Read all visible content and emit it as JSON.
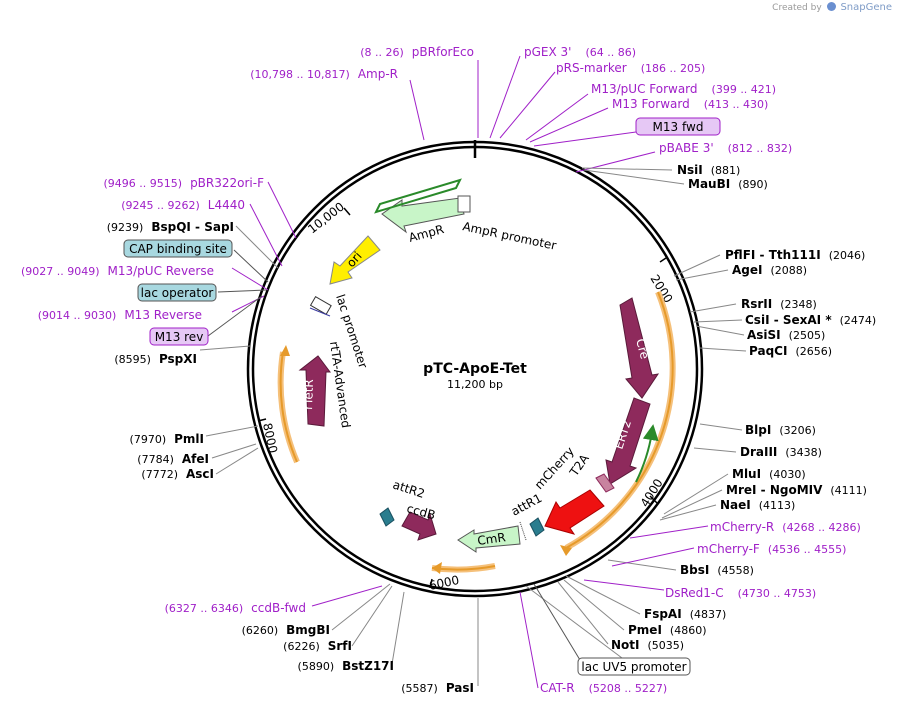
{
  "brand": {
    "created_by": "Created by",
    "product": "SnapGene"
  },
  "plasmid": {
    "name": "pTC-ApoE-Tet",
    "length_label": "11,200 bp",
    "total_bp": 11200
  },
  "ticks": [
    {
      "label": "2000",
      "bp": 2000
    },
    {
      "label": "4000",
      "bp": 4000
    },
    {
      "label": "6000",
      "bp": 6000
    },
    {
      "label": "8000",
      "bp": 8000
    },
    {
      "label": "10,000",
      "bp": 10000
    }
  ],
  "features": [
    {
      "name": "Cre",
      "color": "#8e2a5c",
      "type": "arrow"
    },
    {
      "name": "ERT2",
      "color": "#8e2a5c",
      "type": "arrow"
    },
    {
      "name": "T2A",
      "color": "#c8839f",
      "type": "arrow"
    },
    {
      "name": "mCherry",
      "color": "#ee1111",
      "type": "arrow"
    },
    {
      "name": "attR1",
      "color": "#2a7d8e",
      "type": "box"
    },
    {
      "name": "CmR",
      "color": "#c8f5c8",
      "type": "arrow"
    },
    {
      "name": "ccdB",
      "color": "#8e2a5c",
      "type": "arrow"
    },
    {
      "name": "attR2",
      "color": "#2a7d8e",
      "type": "box"
    },
    {
      "name": "rTetR",
      "color": "#8e2a5c",
      "type": "arrow"
    },
    {
      "name": "rtTA-Advanced",
      "color": "#f5a623",
      "type": "arc"
    },
    {
      "name": "lac promoter",
      "color": "#ffffff",
      "type": "promoter"
    },
    {
      "name": "ori",
      "color": "#ffee00",
      "type": "arrow"
    },
    {
      "name": "AmpR",
      "color": "#c8f5c8",
      "type": "arrow"
    },
    {
      "name": "AmpR promoter",
      "color": "#ffffff",
      "type": "promoter"
    }
  ],
  "enzymes_right": [
    {
      "name": "NsiI",
      "pos": "(881)"
    },
    {
      "name": "MauBI",
      "pos": "(890)"
    },
    {
      "name": "PflFI",
      "name2": "Tth111I",
      "pos": "(2046)"
    },
    {
      "name": "AgeI",
      "pos": "(2088)"
    },
    {
      "name": "RsrII",
      "pos": "(2348)"
    },
    {
      "name": "CsiI",
      "name2": "SexAI *",
      "pos": "(2474)"
    },
    {
      "name": "AsiSI",
      "pos": "(2505)"
    },
    {
      "name": "PaqCI",
      "pos": "(2656)"
    },
    {
      "name": "BlpI",
      "pos": "(3206)"
    },
    {
      "name": "DraIII",
      "pos": "(3438)"
    },
    {
      "name": "MluI",
      "pos": "(4030)"
    },
    {
      "name": "MreI",
      "name2": "NgoMIV",
      "pos": "(4111)"
    },
    {
      "name": "NaeI",
      "pos": "(4113)"
    },
    {
      "name": "BbsI",
      "pos": "(4558)"
    },
    {
      "name": "FspAI",
      "pos": "(4837)"
    },
    {
      "name": "PmeI",
      "pos": "(4860)"
    },
    {
      "name": "NotI",
      "pos": "(5035)"
    }
  ],
  "enzymes_left": [
    {
      "name": "BspQI",
      "name2": "SapI",
      "pos": "(9239)"
    },
    {
      "name": "PspXI",
      "pos": "(8595)"
    },
    {
      "name": "PmlI",
      "pos": "(7970)"
    },
    {
      "name": "AfeI",
      "pos": "(7784)"
    },
    {
      "name": "AscI",
      "pos": "(7772)"
    },
    {
      "name": "BmgBI",
      "pos": "(6260)"
    },
    {
      "name": "SrfI",
      "pos": "(6226)"
    },
    {
      "name": "BstZ17I",
      "pos": "(5890)"
    },
    {
      "name": "PasI",
      "pos": "(5587)"
    }
  ],
  "primers": [
    {
      "name": "pBRforEco",
      "pos": "(8 .. 26)"
    },
    {
      "name": "Amp-R",
      "pos": "(10,798 .. 10,817)"
    },
    {
      "name": "pGEX 3'",
      "pos": "(64 .. 86)"
    },
    {
      "name": "pRS-marker",
      "pos": "(186 .. 205)"
    },
    {
      "name": "M13/pUC Forward",
      "pos": "(399 .. 421)"
    },
    {
      "name": "M13 Forward",
      "pos": "(413 .. 430)"
    },
    {
      "name": "pBABE 3'",
      "pos": "(812 .. 832)"
    },
    {
      "name": "pBR322ori-F",
      "pos": "(9496 .. 9515)"
    },
    {
      "name": "L4440",
      "pos": "(9245 .. 9262)"
    },
    {
      "name": "M13/pUC Reverse",
      "pos": "(9027 .. 9049)"
    },
    {
      "name": "M13 Reverse",
      "pos": "(9014 .. 9030)"
    },
    {
      "name": "mCherry-R",
      "pos": "(4268 .. 4286)"
    },
    {
      "name": "mCherry-F",
      "pos": "(4536 .. 4555)"
    },
    {
      "name": "DsRed1-C",
      "pos": "(4730 .. 4753)"
    },
    {
      "name": "CAT-R",
      "pos": "(5208 .. 5227)"
    },
    {
      "name": "ccdB-fwd",
      "pos": "(6327 .. 6346)"
    }
  ],
  "boxed_labels": [
    {
      "name": "M13 fwd",
      "fill": "#e6c8f5",
      "stroke": "#a020c8"
    },
    {
      "name": "CAP binding site",
      "fill": "#a8d8e0",
      "stroke": "#555555"
    },
    {
      "name": "lac operator",
      "fill": "#a8d8e0",
      "stroke": "#555555"
    },
    {
      "name": "M13 rev",
      "fill": "#e6c8f5",
      "stroke": "#a020c8"
    },
    {
      "name": "lac UV5 promoter",
      "fill": "#ffffff",
      "stroke": "#555555"
    }
  ]
}
